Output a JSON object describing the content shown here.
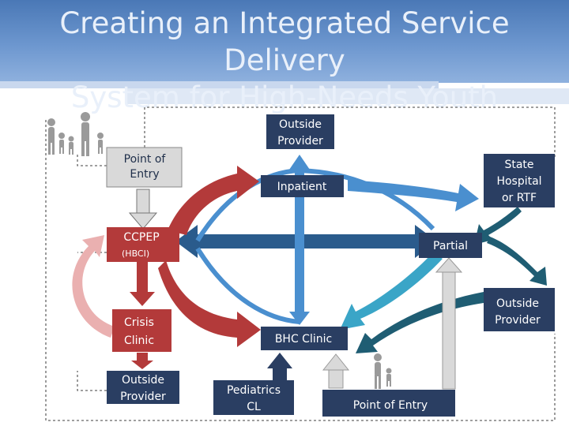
{
  "title_line1": "Creating an Integrated Service Delivery",
  "title_line2": "System for High-Needs Youth",
  "nodes": {
    "point_of_entry_top": [
      "Point of",
      "Entry"
    ],
    "outside_provider_top": [
      "Outside",
      "Provider"
    ],
    "state_hospital": [
      "State",
      "Hospital",
      "or RTF"
    ],
    "inpatient": "Inpatient",
    "ccpep": "CCPEP",
    "hbci": "(HBCI)",
    "partial": "Partial",
    "outside_provider_right": [
      "Outside",
      "Provider"
    ],
    "crisis_clinic": [
      "Crisis",
      "Clinic"
    ],
    "bhc_clinic": "BHC Clinic",
    "outside_provider_bottom": [
      "Outside",
      "Provider"
    ],
    "pediatrics": [
      "Pediatrics",
      "CL"
    ],
    "point_of_entry_bottom": "Point of Entry"
  },
  "icons": {
    "family": "family-silhouette-icon",
    "parent_child": "parent-child-silhouette-icon"
  },
  "colors": {
    "header": "#5b86c4",
    "box_navy": "#2a3e62",
    "box_gray": "#d9d9d9",
    "arrow_red": "#b33a3a",
    "arrow_pink": "#e8a8a8",
    "arrow_blue": "#4a8fcf",
    "arrow_teal": "#3aa5c7",
    "arrow_darkteal": "#1f5d73",
    "arrow_gray": "#bdbdbd"
  }
}
